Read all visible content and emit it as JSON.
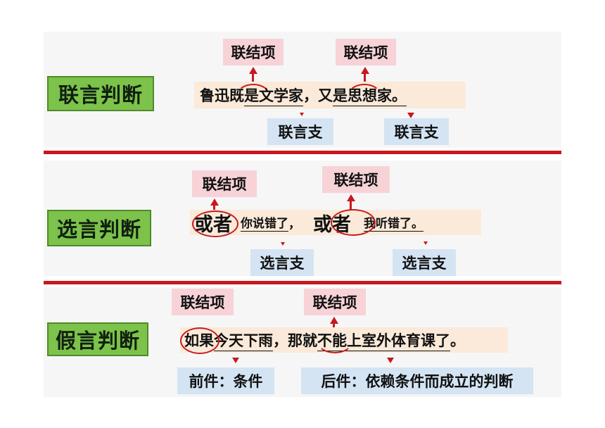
{
  "section1": {
    "title": "联言判断",
    "connector_label_1": "联结项",
    "connector_label_2": "联结项",
    "sentence": {
      "p1": "鲁迅既",
      "p2": "是文学家",
      "p3": "，又",
      "p4": "是思想家",
      "p5": "。"
    },
    "branch_label_1": "联言支",
    "branch_label_2": "联言支"
  },
  "section2": {
    "title": "选言判断",
    "connector_label_1": "联结项",
    "connector_label_2": "联结项",
    "sentence": {
      "c1": "或者",
      "p1": "你说错了",
      "p2": "，",
      "c2": "或者",
      "p3": "我听错了",
      "p4": "。"
    },
    "branch_label_1": "选言支",
    "branch_label_2": "选言支"
  },
  "section3": {
    "title": "假言判断",
    "connector_label_1": "联结项",
    "connector_label_2": "联结项",
    "sentence": {
      "c1": "如果",
      "p1": "今天下雨",
      "p2": "，",
      "c2": "那就",
      "p3": "不能上室外体育课了",
      "p4": "。"
    },
    "branch_label_1": "前件：条件",
    "branch_label_2": "后件：依赖条件而成立的判断"
  }
}
